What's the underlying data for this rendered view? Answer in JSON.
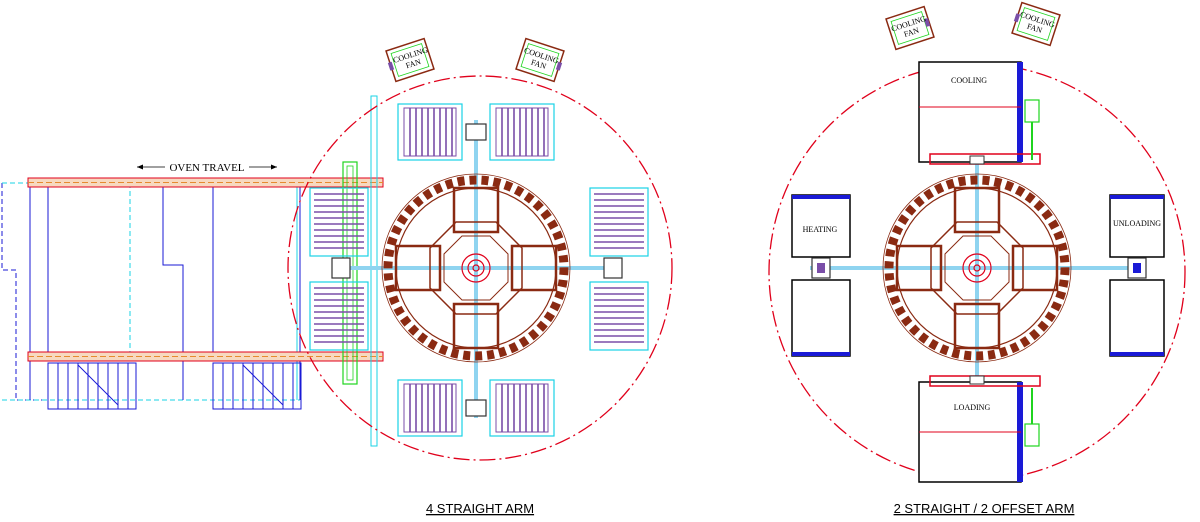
{
  "diagrams": [
    {
      "caption": "4 STRAIGHT ARM",
      "oven_travel_label": "OVEN TRAVEL",
      "fan_labels": [
        {
          "line1": "COOLING",
          "line2": "FAN"
        },
        {
          "line1": "COOLING",
          "line2": "FAN"
        }
      ]
    },
    {
      "caption": "2 STRAIGHT / 2 OFFSET ARM",
      "fan_labels": [
        {
          "line1": "COOLING",
          "line2": "FAN"
        },
        {
          "line1": "COOLING",
          "line2": "FAN"
        }
      ],
      "stations": {
        "top": "COOLING",
        "bottom": "LOADING",
        "left": "HEATING",
        "right": "UNLOADING"
      }
    }
  ],
  "colors": {
    "boundary": "#e0001b",
    "frame": "#8a2a12",
    "cyan": "#19d3e6",
    "blue": "#1a1ad6",
    "purple": "#7a4ea8",
    "green": "#1fd41f",
    "orange": "#e68a2e"
  }
}
